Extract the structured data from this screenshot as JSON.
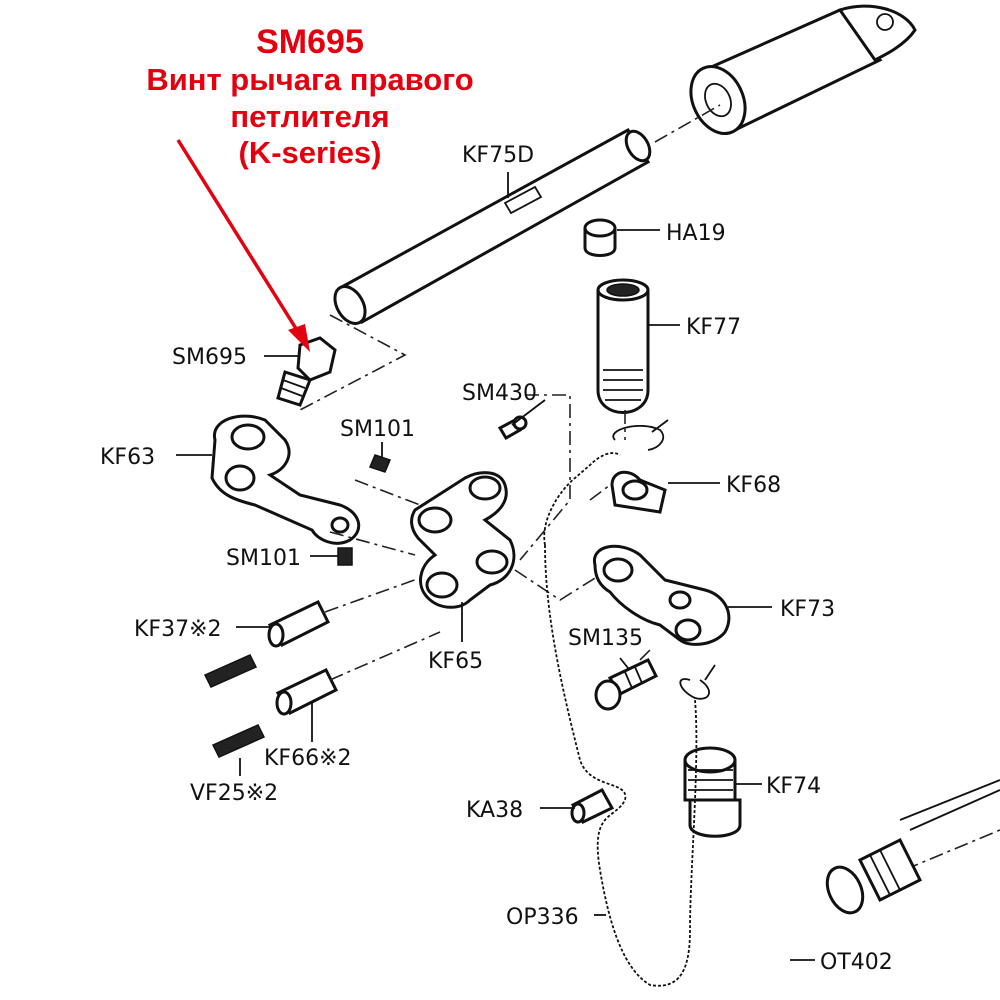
{
  "callout": {
    "code": "SM695",
    "line1": "Винт рычага правого",
    "line2": "петлителя",
    "line3": "(K-series)",
    "color": "#e3000f"
  },
  "labels": {
    "KF75D": "KF75D",
    "HA19": "HA19",
    "KF77": "KF77",
    "SM695": "SM695",
    "SM430": "SM430",
    "SM101_top": "SM101",
    "KF63": "KF63",
    "KF68": "KF68",
    "SM101_bottom": "SM101",
    "KF73": "KF73",
    "KF37": "KF37※2",
    "SM135": "SM135",
    "KF65": "KF65",
    "KF66": "KF66※2",
    "KF74": "KF74",
    "VF25": "VF25※2",
    "KA38": "KA38",
    "OP336": "OP336",
    "OT402": "OT402"
  }
}
